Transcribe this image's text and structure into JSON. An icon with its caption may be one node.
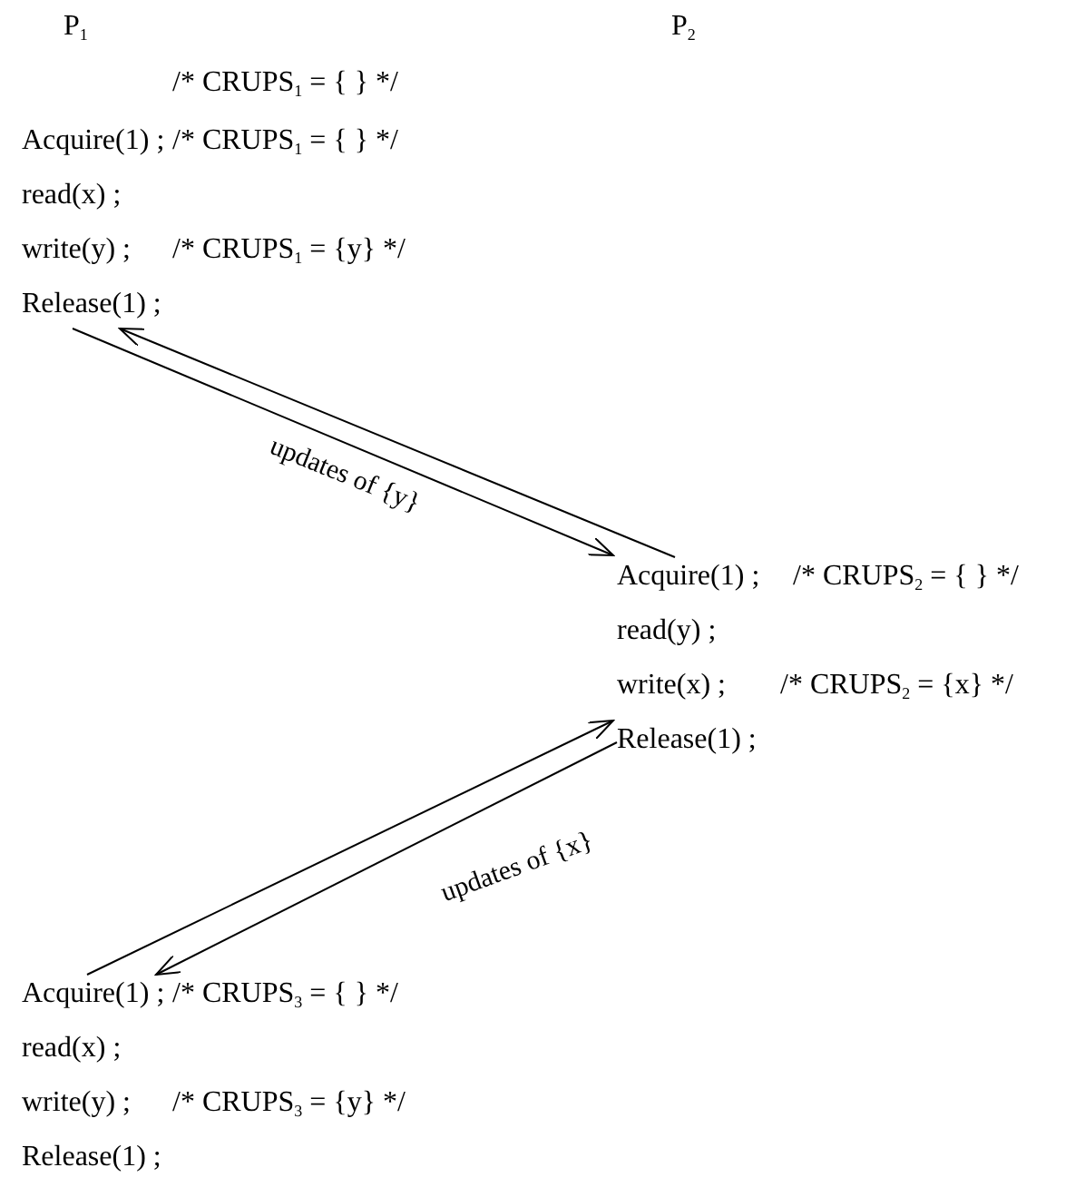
{
  "diagram": {
    "nodes": [
      {
        "text": [
          "Release(1) ;"
        ]
      },
      {
        "text": [
          "Acquire(1) ;"
        ],
        "beside": [
          "/* CRUPS$_{2}$ = { } */"
        ]
      },
      {
        "text": [
          "Release(1) ;"
        ]
      },
      {
        "text": [
          "Acquire(1) ;"
        ],
        "beside": [
          "/* CRUPS$_{3}$ = { } */"
        ]
      }
    ],
    "edges": [
      {
        "from": 1,
        "to": 0,
        "arrow": "to"
      },
      {
        "from": 0,
        "to": 1,
        "arrow": "to",
        "label": "updates of {y}"
      },
      {
        "from": 3,
        "to": 2,
        "arrow": "to"
      },
      {
        "from": 2,
        "to": 3,
        "arrow": "to",
        "label": "updates of {x}"
      }
    ],
    "labels": [
      "P$_{1}$",
      "P$_{2}$",
      "/* CRUPS$_{1}$ = { } */",
      "Acquire(1) ;",
      "/* CRUPS$_{1}$ = { } */",
      "read(x) ;",
      "write(y) ;",
      "/* CRUPS$_{1}$ = {y} */",
      "read(y) ;",
      "write(x) ;",
      "/* CRUPS$_{2}$ = {x} */",
      "read(x) ;",
      "write(y) ;",
      "/* CRUPS$_{3}$ = {y} */",
      "Release(1) ;"
    ]
  }
}
